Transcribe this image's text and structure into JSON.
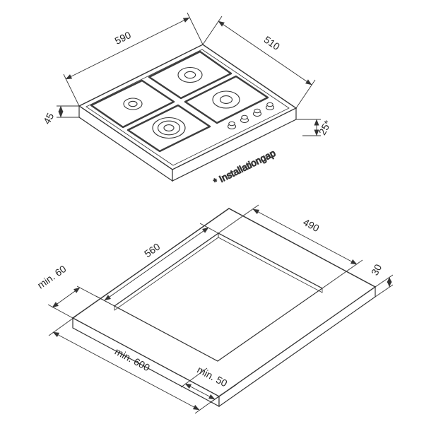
{
  "top_view": {
    "dim_width": "590",
    "dim_depth": "510",
    "dim_height": "45",
    "dim_gap": "25*",
    "note": "* Installationgap"
  },
  "bottom_view": {
    "dim_cutout_width": "560",
    "dim_cutout_depth": "490",
    "dim_side_clearance": "min. 60",
    "dim_worktop_min": "min. 600",
    "dim_rear_clearance": "min. 50",
    "dim_thickness": "30"
  },
  "colors": {
    "line": "#333333",
    "background": "#ffffff"
  }
}
